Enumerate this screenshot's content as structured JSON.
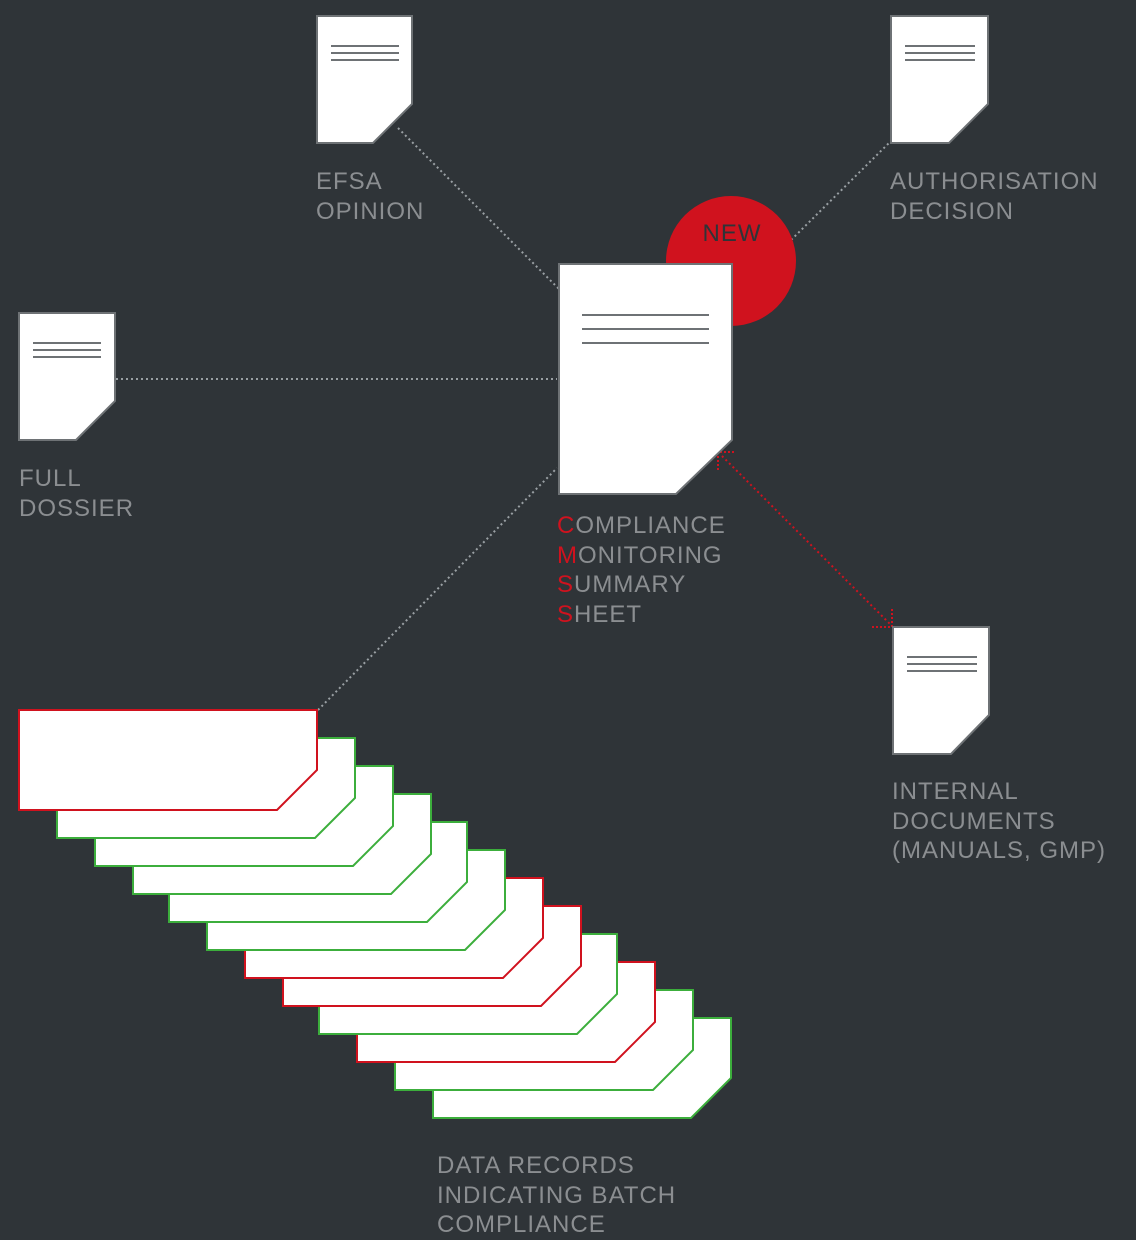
{
  "colors": {
    "background": "#2f3438",
    "label_gray": "#8b8e91",
    "accent_red": "#d0121e",
    "record_green": "#3cae3c",
    "paper": "#ffffff"
  },
  "badge": {
    "text": "NEW"
  },
  "documents": {
    "efsa_opinion": {
      "lines": [
        "EFSA",
        "OPINION"
      ]
    },
    "authorisation_decision": {
      "lines": [
        "AUTHORISATION",
        "DECISION"
      ]
    },
    "full_dossier": {
      "lines": [
        "FULL",
        "DOSSIER"
      ]
    },
    "internal_documents": {
      "lines": [
        "INTERNAL",
        "DOCUMENTS",
        "(MANUALS, GMP)"
      ]
    }
  },
  "cmss": {
    "lines": [
      {
        "initial": "C",
        "rest": "OMPLIANCE"
      },
      {
        "initial": "M",
        "rest": "ONITORING"
      },
      {
        "initial": "S",
        "rest": "UMMARY"
      },
      {
        "initial": "S",
        "rest": "HEET"
      }
    ]
  },
  "data_records": {
    "lines": [
      "DATA RECORDS",
      "INDICATING BATCH",
      "COMPLIANCE"
    ],
    "outline_colors": [
      "red",
      "green",
      "green",
      "green",
      "green",
      "green",
      "red",
      "red",
      "green",
      "red",
      "green",
      "green"
    ]
  }
}
